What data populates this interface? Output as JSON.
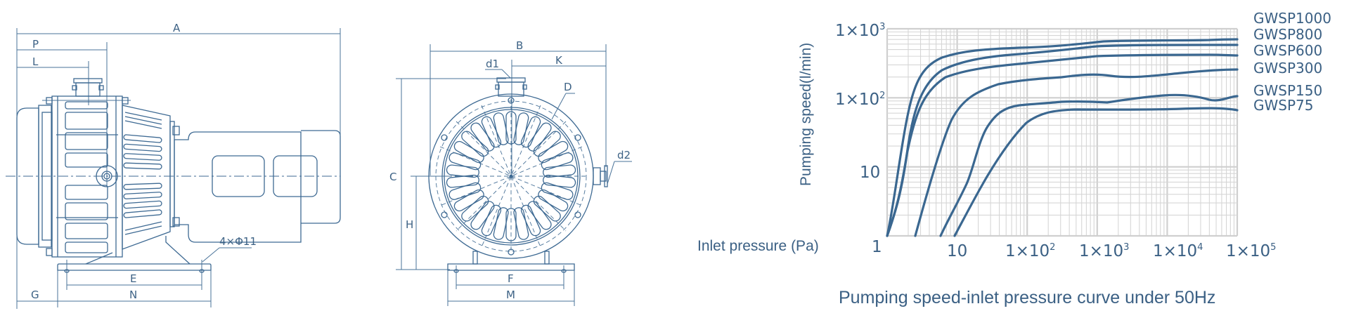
{
  "side_view": {
    "dimensions": {
      "A": "A",
      "P": "P",
      "L": "L",
      "E": "E",
      "G": "G",
      "N": "N",
      "mounting_holes": "4×Φ11"
    }
  },
  "front_view": {
    "dimensions": {
      "B": "B",
      "K": "K",
      "d1": "d1",
      "D": "D",
      "d2": "d2",
      "C": "C",
      "H": "H",
      "F": "F",
      "M": "M"
    }
  },
  "chart": {
    "y_axis_title": "Pumping speed(l/min)",
    "x_axis_title": "Inlet pressure (Pa)",
    "caption": "Pumping speed-inlet pressure curve under 50Hz",
    "y_ticks": [
      {
        "base": "1×10",
        "exp": "3"
      },
      {
        "base": "1×10",
        "exp": "2"
      },
      {
        "base": "10",
        "exp": ""
      }
    ],
    "x_ticks": [
      {
        "base": "1",
        "exp": ""
      },
      {
        "base": "10",
        "exp": ""
      },
      {
        "base": "1×10",
        "exp": "2"
      },
      {
        "base": "1×10",
        "exp": "3"
      },
      {
        "base": "1×10",
        "exp": "4"
      },
      {
        "base": "1×10",
        "exp": "5"
      }
    ],
    "legend": [
      "GWSP1000",
      "GWSP800",
      "GWSP600",
      "GWSP300",
      "GWSP150",
      "GWSP75"
    ],
    "line_color": "#3a6790",
    "grid_color": "#d0d0d0"
  },
  "chart_data": {
    "type": "line",
    "title": "Pumping speed-inlet pressure curve under 50Hz",
    "xlabel": "Inlet pressure (Pa)",
    "ylabel": "Pumping speed(l/min)",
    "xscale": "log",
    "yscale": "log",
    "xlim": [
      1,
      100000
    ],
    "ylim": [
      1,
      1000
    ],
    "x_tick_labels": [
      "1",
      "10",
      "1×10²",
      "1×10³",
      "1×10⁴",
      "1×10⁵"
    ],
    "y_tick_labels": [
      "1",
      "10",
      "1×10²",
      "1×10³"
    ],
    "grid": true,
    "legend_position": "right",
    "x": [
      1,
      2,
      3,
      5,
      10,
      30,
      100,
      1000,
      10000,
      80000
    ],
    "series": [
      {
        "name": "GWSP1000",
        "values": [
          1,
          80,
          300,
          560,
          650,
          700,
          730,
          860,
          900,
          920
        ]
      },
      {
        "name": "GWSP800",
        "values": [
          1,
          45,
          200,
          400,
          520,
          600,
          650,
          750,
          780,
          790
        ]
      },
      {
        "name": "GWSP600",
        "values": [
          1,
          35,
          150,
          280,
          340,
          380,
          420,
          500,
          510,
          500
        ]
      },
      {
        "name": "GWSP300",
        "values": [
          null,
          null,
          3,
          25,
          120,
          170,
          190,
          230,
          200,
          250
        ]
      },
      {
        "name": "GWSP150",
        "values": [
          null,
          null,
          null,
          null,
          3,
          30,
          100,
          110,
          130,
          100
        ]
      },
      {
        "name": "GWSP75",
        "values": [
          null,
          null,
          null,
          null,
          1.5,
          12,
          50,
          75,
          75,
          72
        ]
      }
    ]
  }
}
